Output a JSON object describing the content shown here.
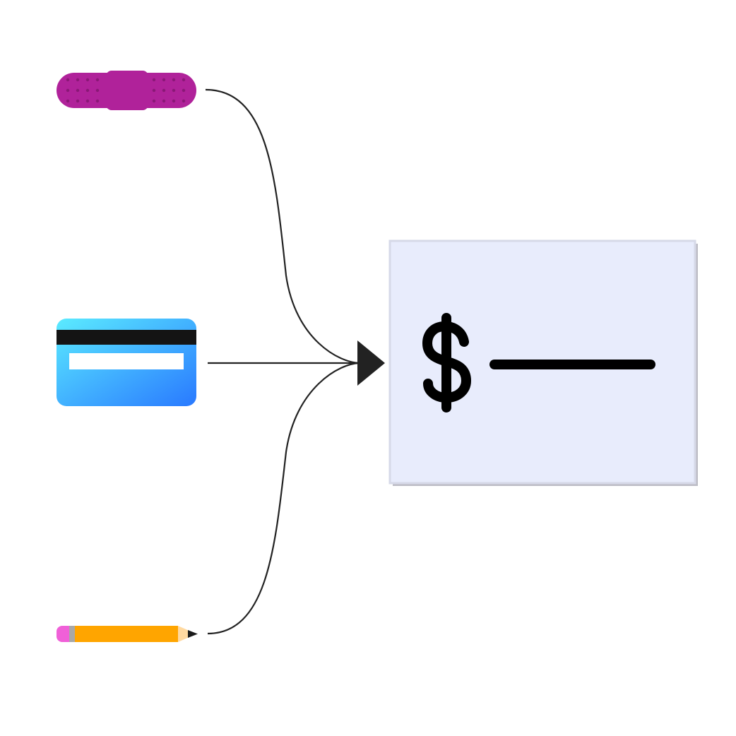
{
  "diagram": {
    "inputs": [
      {
        "id": "bandage",
        "icon": "bandage-icon",
        "colors": {
          "fill": "#B0229A",
          "dots": "#8A1877"
        }
      },
      {
        "id": "card",
        "icon": "credit-card-icon",
        "colors": {
          "gradient_start": "#5BEBFF",
          "gradient_end": "#2979FF",
          "stripe": "#141414",
          "signature": "#FFFFFF"
        }
      },
      {
        "id": "pencil",
        "icon": "pencil-icon",
        "colors": {
          "eraser": "#F060D8",
          "ferrule": "#A8A8A8",
          "body": "#FFA500",
          "wood": "#FFD9A0",
          "lead": "#1A1A1A"
        }
      }
    ],
    "target": {
      "icon": "dollar-amount-icon",
      "colors": {
        "fill": "#E8ECFC",
        "border": "#D6D9E8",
        "shadow": "#BDBDC6",
        "symbol": "#000000"
      }
    },
    "connector_color": "#222222"
  }
}
